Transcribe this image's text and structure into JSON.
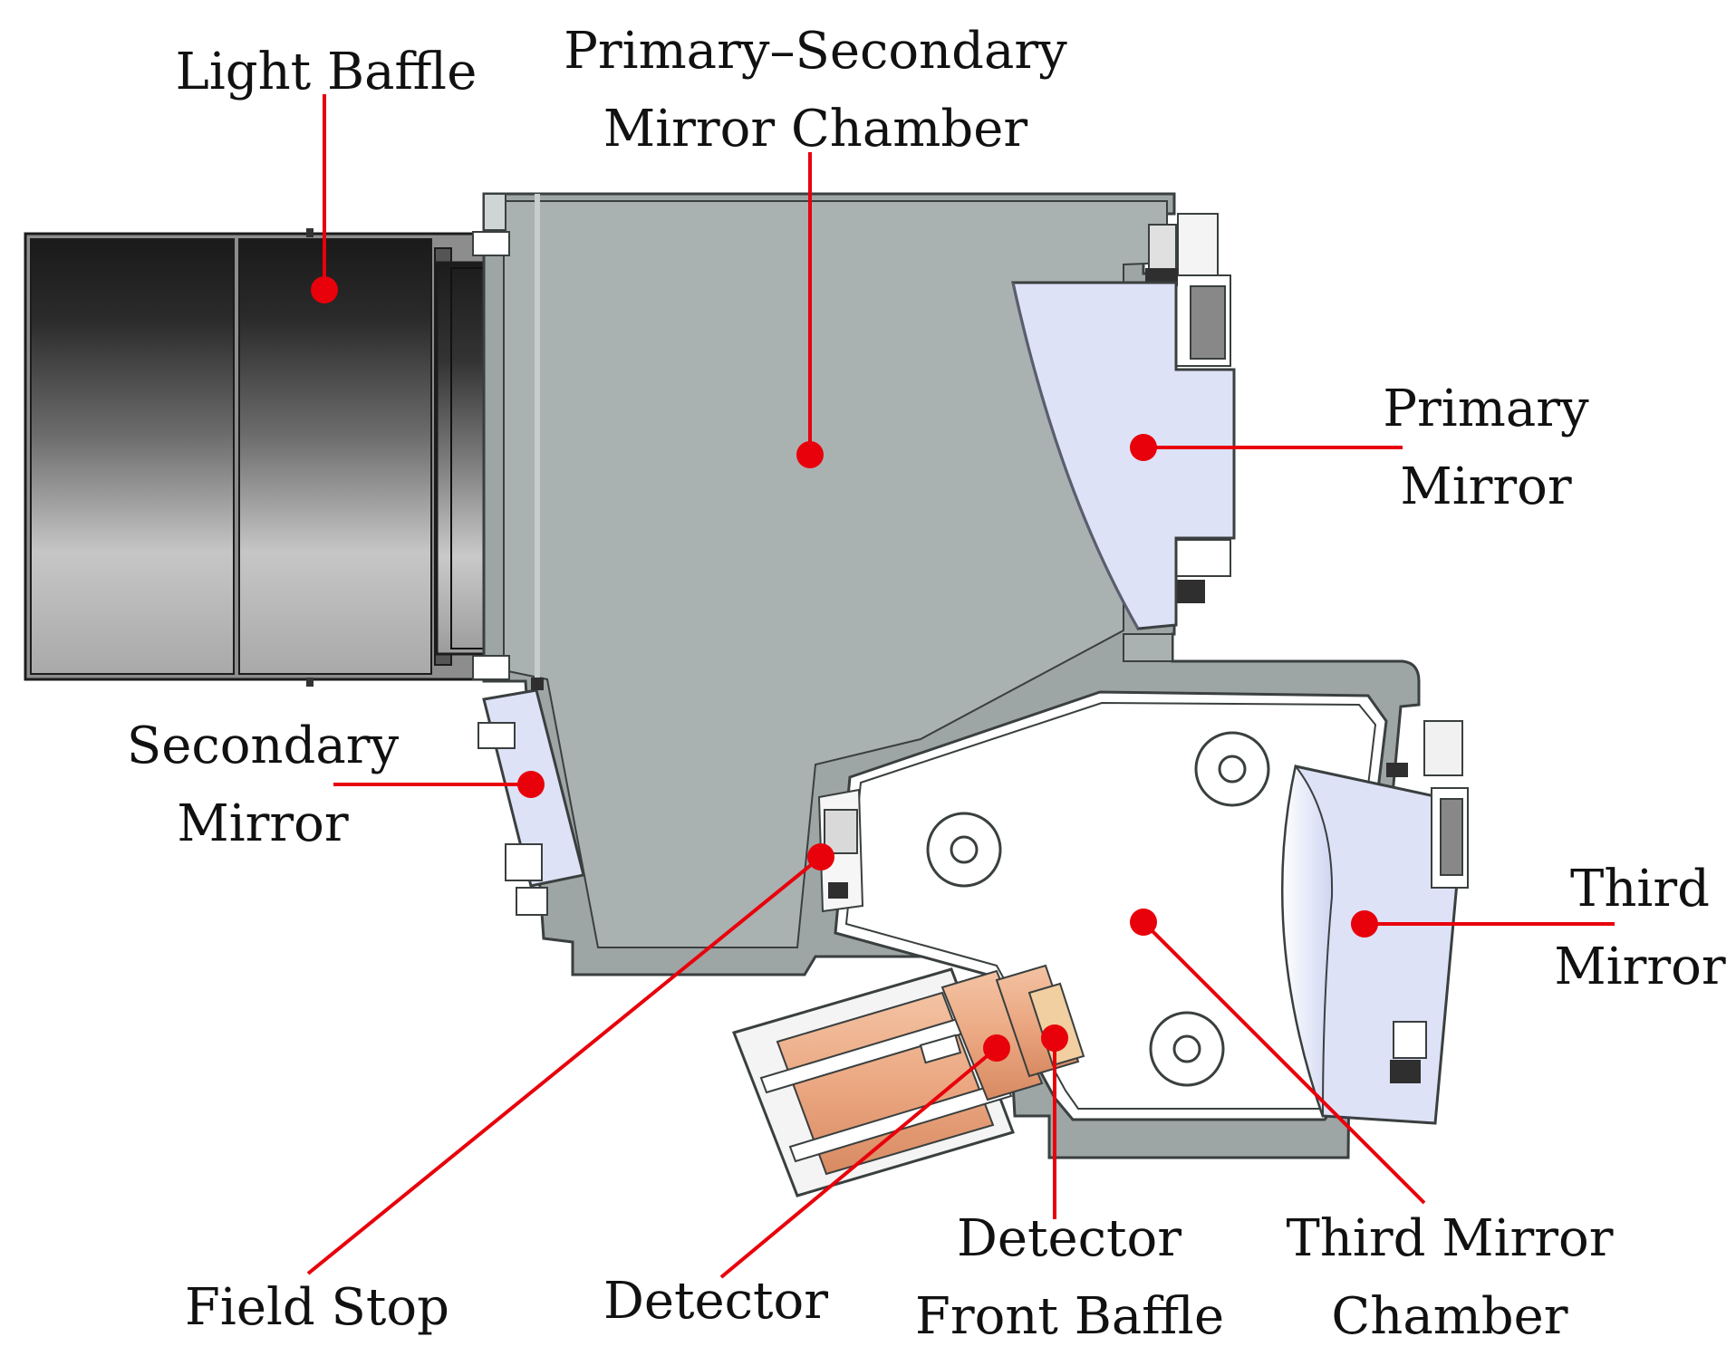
{
  "colors": {
    "leader": "#e8000b",
    "marker": "#e8000b",
    "housing_fill": "#aab1b1",
    "housing_stroke": "#3a3f3f",
    "mirror_fill": "#dde2f7",
    "copper_fill": "#eba882",
    "chamber_fill": "#ffffff"
  },
  "labels": {
    "light_baffle": [
      "Light Baffle"
    ],
    "primary_secondary_chamber": [
      "Primary–Secondary",
      "Mirror Chamber"
    ],
    "primary_mirror": [
      "Primary",
      "Mirror"
    ],
    "secondary_mirror": [
      "Secondary",
      "Mirror"
    ],
    "third_mirror": [
      "Third",
      "Mirror"
    ],
    "field_stop": [
      "Field Stop"
    ],
    "detector": [
      "Detector"
    ],
    "detector_front_baffle": [
      "Detector",
      "Front Baffle"
    ],
    "third_mirror_chamber": [
      "Third Mirror",
      "Chamber"
    ]
  }
}
